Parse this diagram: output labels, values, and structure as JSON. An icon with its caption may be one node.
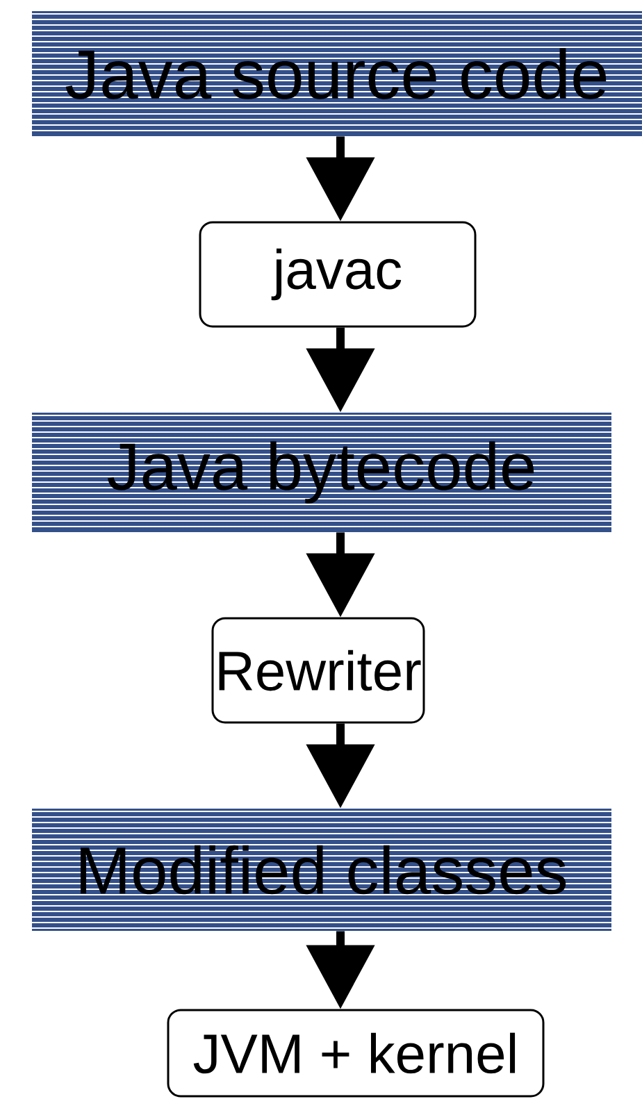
{
  "diagram": {
    "nodes": [
      {
        "text": [
          "Java source code"
        ]
      },
      {
        "text": [
          "javac"
        ]
      },
      {
        "text": [
          "Java bytecode"
        ]
      },
      {
        "text": [
          "Rewriter"
        ]
      },
      {
        "text": [
          "Modified classes"
        ]
      },
      {
        "text": [
          "JVM + kernel"
        ]
      }
    ],
    "edges": [
      {
        "from": 0,
        "to": 1,
        "arrow": "to"
      },
      {
        "from": 1,
        "to": 2,
        "arrow": "to"
      },
      {
        "from": 2,
        "to": 3,
        "arrow": "to"
      },
      {
        "from": 3,
        "to": 4,
        "arrow": "to"
      },
      {
        "from": 4,
        "to": 5,
        "arrow": "to"
      }
    ]
  }
}
